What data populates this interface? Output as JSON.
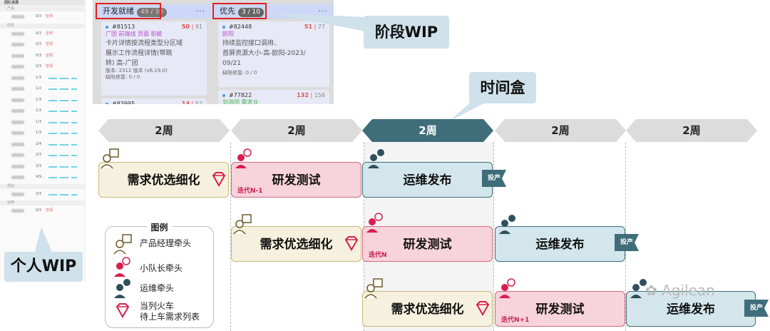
{
  "team_panel": {
    "header": "团队资源",
    "groups": [
      {
        "name": "产品",
        "rows": [
          {
            "count": "0/3",
            "link": "空闲"
          }
        ]
      },
      {
        "name": "研发",
        "rows": [
          {
            "count": "0/3",
            "link": "空闲"
          },
          {
            "count": "0/3",
            "link": "空闲"
          },
          {
            "count": "0/3",
            "link": "空闲"
          },
          {
            "count": "0/3",
            "link": "空闲"
          },
          {
            "count": "1/3",
            "link": ""
          },
          {
            "count": "1/2",
            "link": ""
          },
          {
            "count": "1/3",
            "link": ""
          },
          {
            "count": "1/3",
            "link": ""
          },
          {
            "count": "1/3",
            "link": ""
          },
          {
            "count": "1/3",
            "link": ""
          },
          {
            "count": "2/4",
            "link": ""
          },
          {
            "count": "2/3",
            "link": ""
          },
          {
            "count": "3/3",
            "link": ""
          },
          {
            "count": "4/9...",
            "link": ""
          }
        ]
      },
      {
        "name": "测试",
        "rows": [
          {
            "count": "3/3",
            "link": ""
          }
        ]
      },
      {
        "name": "运维",
        "rows": [
          {
            "count": "0/3",
            "link": "空闲"
          }
        ]
      }
    ]
  },
  "callouts": {
    "personal_wip": "个人WIP",
    "stage_wip": "阶段WIP",
    "timebox": "时间盒"
  },
  "kanban": {
    "col1": {
      "title": "开发就绪",
      "badge": "49 / 30",
      "menu": "···",
      "card1": {
        "id": "#81513",
        "points": "50",
        "total": "91",
        "tags": "广团  前端线  页面  职能",
        "text1": "卡片详情按流程类型分区域",
        "text2": "展示工作流程详情(带跳",
        "text3": "转) 高-广团",
        "sub1": "版本: 2312  版本 (v6.19.0)",
        "sub2": "缺陷修复: 0 / 0"
      },
      "card2": {
        "id": "#83995",
        "points": "14",
        "total": "52"
      }
    },
    "col2": {
      "title": "优先",
      "badge": "3 / 10",
      "menu": "···",
      "card1": {
        "id": "#82448",
        "points": "51",
        "total": "77",
        "tags": "欧阳",
        "text1": "持续监控接口调用、",
        "text2": "首屏资源大小-高-欧阳-2023/",
        "text3": "09/21",
        "sub1": "缺陷修复: 0 / 0"
      },
      "card2": {
        "id": "#77822",
        "points": "132",
        "total": "156",
        "tags": "刘洪团  需求业"
      }
    }
  },
  "timeline": {
    "periods": [
      "2周",
      "2周",
      "2周",
      "2周",
      "2周"
    ],
    "row1": {
      "req": "需求优选细化",
      "dev": "研发测试",
      "dev_iter": "迭代N-1",
      "ops": "运维发布",
      "ops_flag": "投产"
    },
    "row2": {
      "req": "需求优选细化",
      "dev": "研发测试",
      "dev_iter": "迭代N",
      "ops": "运维发布",
      "ops_flag": "投产"
    },
    "row3": {
      "req": "需求优选细化",
      "dev": "研发测试",
      "dev_iter": "迭代N+1",
      "ops": "运维发布",
      "ops_flag": "投产"
    }
  },
  "legend": {
    "title": "图例",
    "items": [
      "产品经理牵头",
      "小队长牵头",
      "运维牵头",
      "当列火车",
      "待上车需求列表"
    ]
  },
  "watermark": "Agilean",
  "colors": {
    "req": "#f5f1de",
    "dev": "#f7d3dc",
    "ops": "#d2e6ec",
    "accent": "#3f6d7a",
    "gem": "#d81e4e"
  }
}
